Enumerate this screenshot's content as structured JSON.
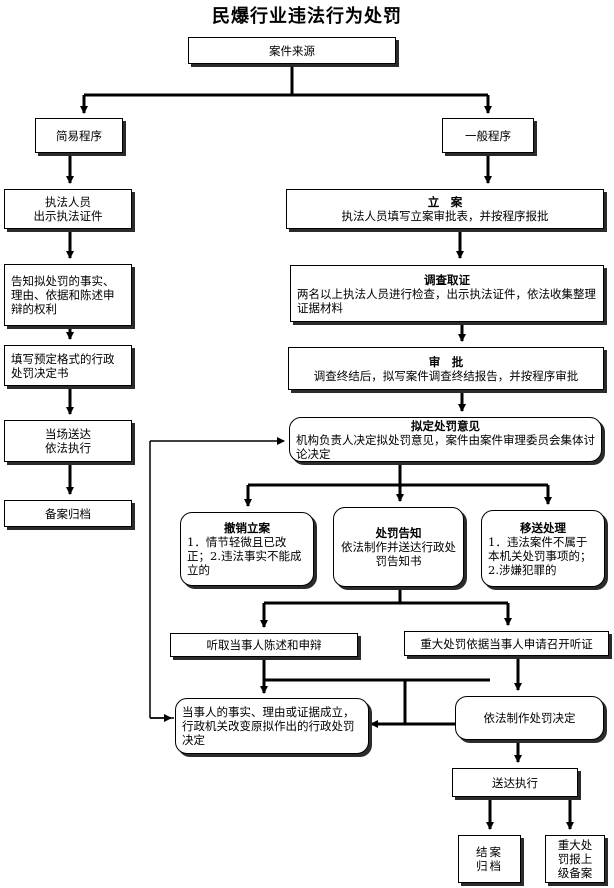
{
  "diagram": {
    "title": "民爆行业违法行为处罚",
    "nodes": {
      "source": "案件来源",
      "simple": "简易程序",
      "general": "一般程序",
      "show_cert": "执法人员\n出示执法证件",
      "filing_title": "立　案",
      "filing_body": "执法人员填写立案审批表，并按程序报批",
      "notify": "告知拟处罚的事实、理由、依据和陈述申辩的权利",
      "investigate_title": "调查取证",
      "investigate_body": "两名以上执法人员进行检查，出示执法证件，依法收集整理证据材料",
      "fill_form": "填写预定格式的行政处罚决定书",
      "review_title": "审　批",
      "review_body": "调查终结后，拟写案件调查终结报告，并按程序审批",
      "deliver_exec": "当场送达\n依法执行",
      "proposal_title": "拟定处罚意见",
      "proposal_body": "机构负责人决定拟处罚意见，案件由案件审理委员会集体讨论决定",
      "archive_simple": "备案归档",
      "revoke_title": "撤销立案",
      "revoke_body": "1．情节轻微且已改正；2.违法事实不能成立的",
      "notice_title": "处罚告知",
      "notice_body": "依法制作并送达行政处罚告知书",
      "transfer_title": "移送处理",
      "transfer_body": "1．违法案件不属于本机关处罚事项的；2.涉嫌犯罪的",
      "hear_statement": "听取当事人陈述和申辩",
      "hearing": "重大处罚依据当事人申请召开听证",
      "change_decision": "当事人的事实、理由或证据成立，行政机关改变原拟作出的行政处罚决定",
      "make_decision": "依法制作处罚决定",
      "deliver_final": "送达执行",
      "close_archive": "结案\n归档",
      "major_report": "重大处\n罚报上\n级备案"
    }
  }
}
